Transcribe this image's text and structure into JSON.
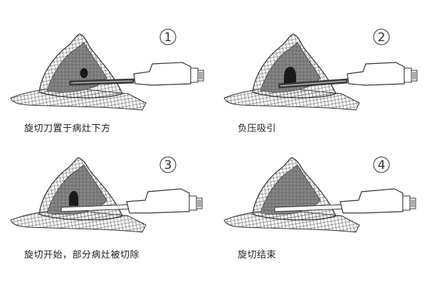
{
  "steps": [
    {
      "number": "①",
      "caption": "旋切刀置于病灶下方"
    },
    {
      "number": "②",
      "caption": "负压吸引"
    },
    {
      "number": "③",
      "caption": "旋切开始，部分病灶被切除"
    },
    {
      "number": "④",
      "caption": "旋切结束"
    }
  ],
  "colors": {
    "tissue": "#8a8a8a",
    "lesion": "#1a1a1a",
    "outline": "#333333",
    "background": "#ffffff"
  }
}
